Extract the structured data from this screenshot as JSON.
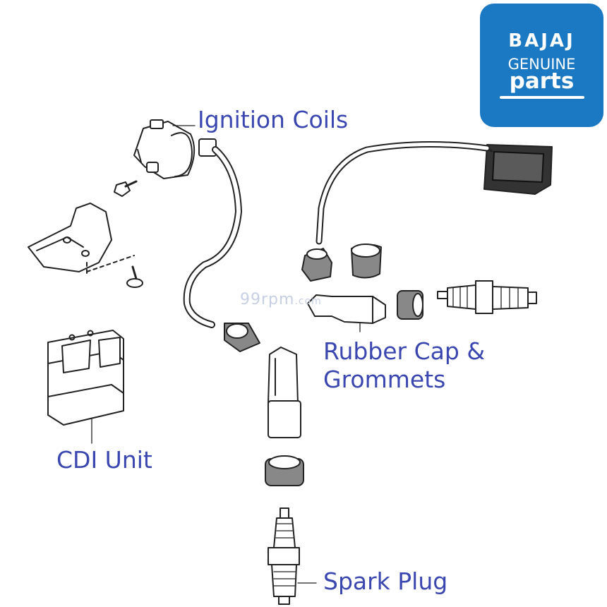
{
  "labels": {
    "ignition_coils": "Ignition Coils",
    "rubber_cap_line1": "Rubber Cap &",
    "rubber_cap_line2": "Grommets",
    "cdi_unit": "CDI Unit",
    "spark_plug": "Spark Plug"
  },
  "logo": {
    "brand": "BAJAJ",
    "line2": "GENUINE",
    "line3": "parts",
    "background": "#1b78c3"
  },
  "watermark": {
    "main": "99rpm",
    "suffix": ".com"
  },
  "colors": {
    "label_text": "#3b47b0",
    "line_art": "#222222"
  }
}
